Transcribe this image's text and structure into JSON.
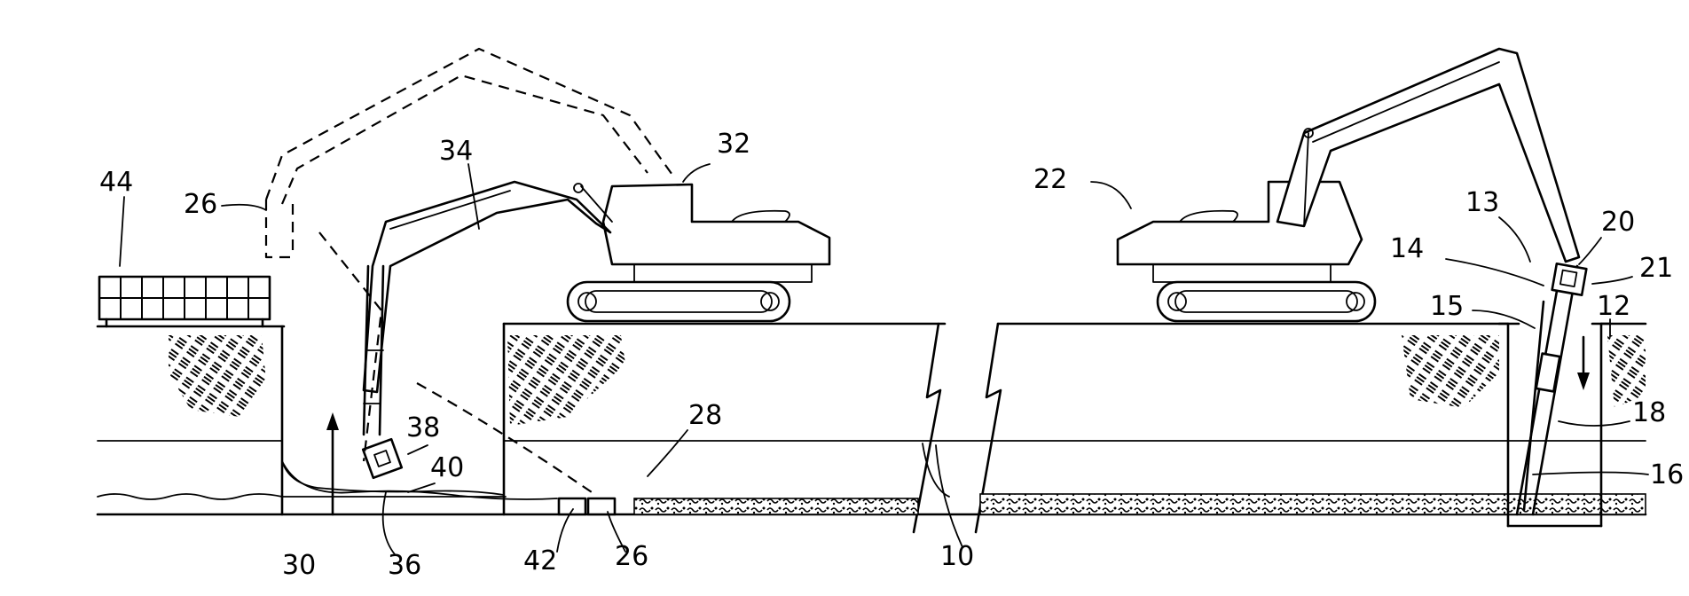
{
  "labels": {
    "l44": "44",
    "l26a": "26",
    "l34": "34",
    "l32": "32",
    "l22": "22",
    "l13": "13",
    "l20": "20",
    "l14": "14",
    "l21": "21",
    "l15": "15",
    "l12": "12",
    "l38": "38",
    "l28": "28",
    "l40": "40",
    "l18": "18",
    "l16": "16",
    "l30": "30",
    "l36": "36",
    "l42": "42",
    "l26b": "26",
    "l10": "10"
  }
}
